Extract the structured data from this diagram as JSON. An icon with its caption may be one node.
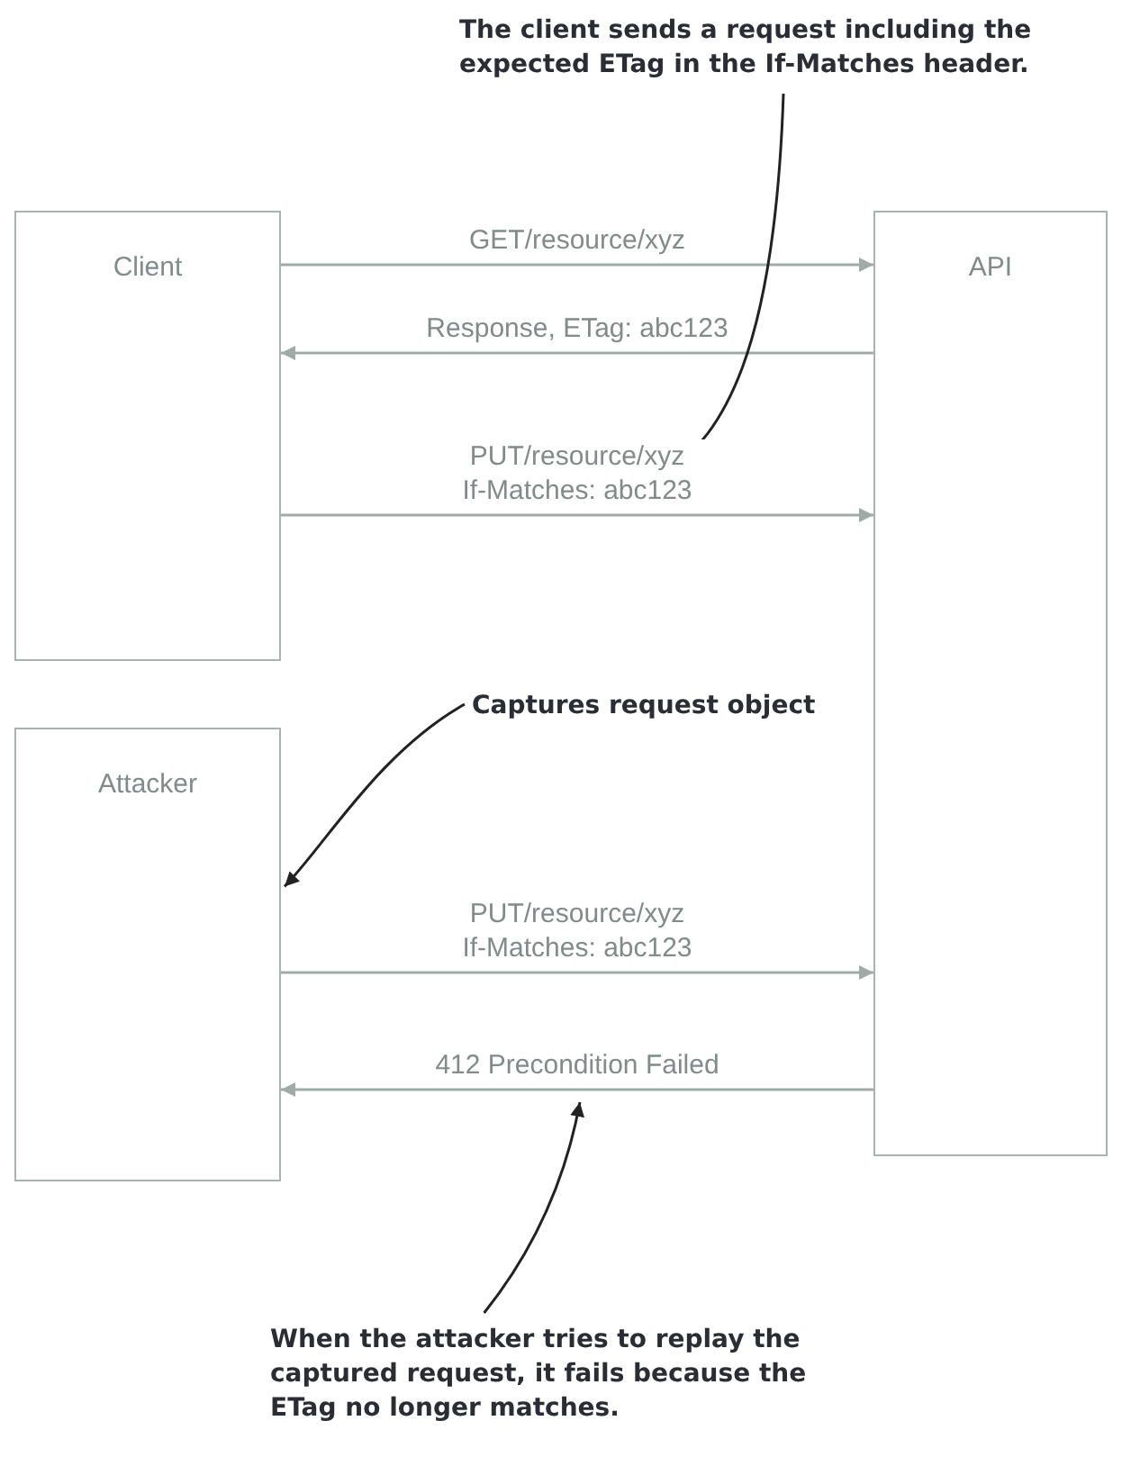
{
  "diagram": {
    "nodes": [
      {
        "text": [
          "Client"
        ]
      },
      {
        "text": [
          "API"
        ]
      },
      {
        "text": [
          "Attacker"
        ]
      },
      {
        "text": [
          "The client sends a request including the expected ETag in the If-Matches header."
        ]
      },
      {
        "text": [
          "Captures request object"
        ]
      },
      {
        "text": [
          "When the attacker tries to replay the captured request, it fails because the ETag no longer matches."
        ]
      }
    ],
    "edges": [
      {
        "from": 0,
        "to": 1,
        "arrow": "to",
        "label": "GET/resource/xyz"
      },
      {
        "from": 1,
        "to": 0,
        "arrow": "to",
        "label": "Response, ETag: abc123"
      },
      {
        "from": 0,
        "to": 1,
        "arrow": "to",
        "label": "PUT/resource/xyz If-Matches: abc123"
      },
      {
        "from": 2,
        "to": 1,
        "arrow": "to",
        "label": "PUT/resource/xyz If-Matches: abc123"
      },
      {
        "from": 1,
        "to": 2,
        "arrow": "to",
        "label": "412 Precondition Failed"
      },
      {
        "from": 3,
        "to": null,
        "arrow": "to",
        "color": "#222222"
      },
      {
        "from": 4,
        "to": 2,
        "arrow": "to",
        "color": "#222222"
      },
      {
        "from": 5,
        "to": null,
        "arrow": "to",
        "color": "#222222"
      }
    ]
  }
}
